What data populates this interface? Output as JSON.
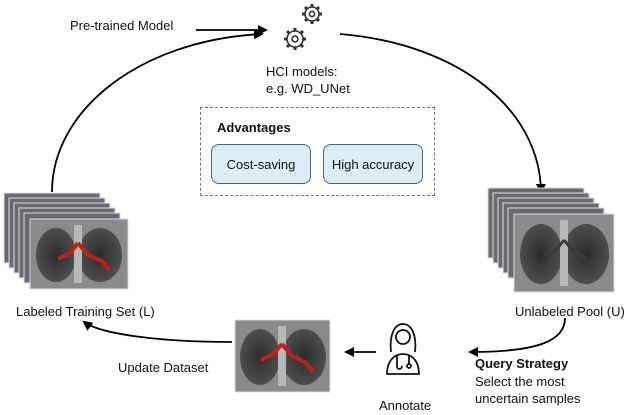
{
  "pretrained_model": "Pre-trained Model",
  "hci_models": [
    "HCI models:",
    "e.g. WD_UNet"
  ],
  "advantages": {
    "title": "Advantages",
    "items": [
      "Cost-saving",
      "High accuracy"
    ]
  },
  "labeled_set": "Labeled Training Set (L)",
  "unlabeled_pool": "Unlabeled Pool (U)",
  "update_dataset": "Update Dataset",
  "annotate": "Annotate",
  "query_strategy": {
    "title": "Query Strategy",
    "description": [
      "Select the most",
      "uncertain samples"
    ]
  },
  "icons": [
    "gear-icon",
    "doctor-icon"
  ],
  "colors": {
    "box_fill": "#ddeef7",
    "box_border": "#4d6478",
    "annotation": "#c0201c"
  }
}
